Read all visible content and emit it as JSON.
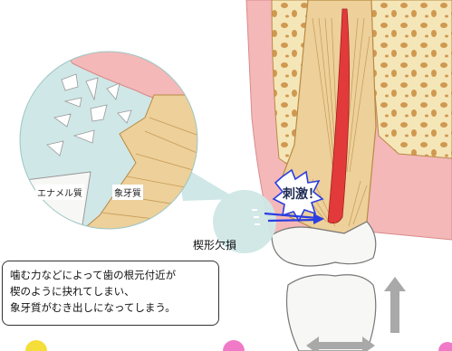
{
  "labels": {
    "enamel": "エナメル質",
    "dentin": "象牙質",
    "stimulus": "刺激！",
    "wedge_defect": "楔形欠損"
  },
  "caption": {
    "line1": "噛む力などによって歯の根元付近が",
    "line2": "楔のように抉れてしまい、",
    "line3": "象牙質がむき出しになってしまう。"
  },
  "colors": {
    "gum": "#f4b8b8",
    "bone": "#f5e6b8",
    "enamel": "#f7f7f5",
    "dentin": "#edd09a",
    "pulp": "#e23a3a",
    "zoom_bg": "#cfe7e6",
    "arrow_blue": "#2b3ee0",
    "arrow_gray": "#a9a9a9"
  }
}
